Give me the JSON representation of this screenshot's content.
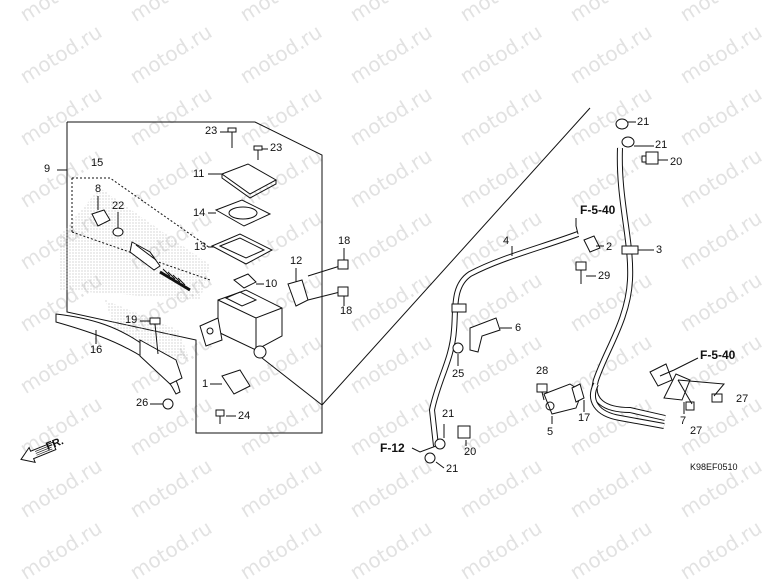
{
  "watermark": "motod.ru",
  "diagram_code": "K98EF0510",
  "direction_label": "FR.",
  "refs": {
    "f540_top": "F-5-40",
    "f540_right": "F-5-40",
    "f12": "F-12"
  },
  "callouts": [
    {
      "id": "c23a",
      "text": "23"
    },
    {
      "id": "c23b",
      "text": "23"
    },
    {
      "id": "c9",
      "text": "9"
    },
    {
      "id": "c15",
      "text": "15"
    },
    {
      "id": "c8",
      "text": "8"
    },
    {
      "id": "c22",
      "text": "22"
    },
    {
      "id": "c11",
      "text": "11"
    },
    {
      "id": "c14",
      "text": "14"
    },
    {
      "id": "c13",
      "text": "13"
    },
    {
      "id": "c10",
      "text": "10"
    },
    {
      "id": "c12",
      "text": "12"
    },
    {
      "id": "c18a",
      "text": "18"
    },
    {
      "id": "c18b",
      "text": "18"
    },
    {
      "id": "c19",
      "text": "19"
    },
    {
      "id": "c16",
      "text": "16"
    },
    {
      "id": "c1",
      "text": "1"
    },
    {
      "id": "c26",
      "text": "26"
    },
    {
      "id": "c24",
      "text": "24"
    },
    {
      "id": "c21a",
      "text": "21"
    },
    {
      "id": "c21b",
      "text": "21"
    },
    {
      "id": "c20a",
      "text": "20"
    },
    {
      "id": "c3",
      "text": "3"
    },
    {
      "id": "c2",
      "text": "2"
    },
    {
      "id": "c29",
      "text": "29"
    },
    {
      "id": "c4",
      "text": "4"
    },
    {
      "id": "c6",
      "text": "6"
    },
    {
      "id": "c25",
      "text": "25"
    },
    {
      "id": "c28",
      "text": "28"
    },
    {
      "id": "c5",
      "text": "5"
    },
    {
      "id": "c17",
      "text": "17"
    },
    {
      "id": "c7",
      "text": "7"
    },
    {
      "id": "c27a",
      "text": "27"
    },
    {
      "id": "c27b",
      "text": "27"
    },
    {
      "id": "c21c",
      "text": "21"
    },
    {
      "id": "c21d",
      "text": "21"
    },
    {
      "id": "c20b",
      "text": "20"
    }
  ]
}
